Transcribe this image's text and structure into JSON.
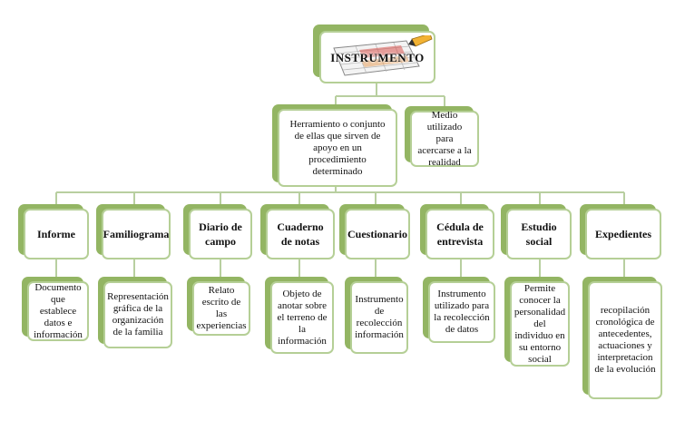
{
  "root": {
    "label": "INSTRUMENTO",
    "icon": "form-pencil-icon"
  },
  "level2": [
    {
      "text": "Herramiento o conjunto de ellas que sirven de apoyo en un procedimiento determinado"
    },
    {
      "text": "Medio utilizado para acercarse a la realidad"
    }
  ],
  "categories": [
    {
      "title": "Informe",
      "desc": "Documento que establece datos e información"
    },
    {
      "title": "Familiograma",
      "desc": "Representación gráfica de la organización de la familia"
    },
    {
      "title": "Diario de campo",
      "desc": "Relato escrito de las experiencias"
    },
    {
      "title": "Cuaderno de notas",
      "desc": "Objeto de anotar sobre el terreno de la información"
    },
    {
      "title": "Cuestionario",
      "desc": "Instrumento de recolección información"
    },
    {
      "title": "Cédula de entrevista",
      "desc": "Instrumento utilizado para la recolección de datos"
    },
    {
      "title": "Estudio social",
      "desc": "Permite conocer la personalidad del individuo en su entorno social"
    },
    {
      "title": "Expedientes",
      "desc": "recopilación cronológica de antecedentes, actuaciones y interpretacion de la evolución"
    }
  ],
  "colors": {
    "accent": "#93b563",
    "border": "#b5cf96",
    "line": "#b8cfa0"
  }
}
